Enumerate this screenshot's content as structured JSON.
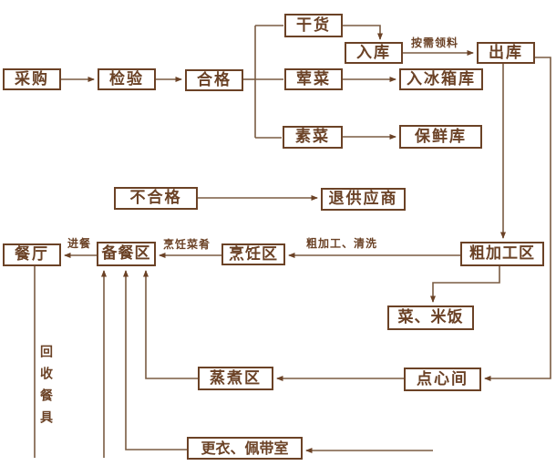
{
  "diagram": {
    "type": "flowchart",
    "language": "zh-CN",
    "colors": {
      "ink": "#6b4226",
      "line": "#7a5c42",
      "background": "#ffffff"
    },
    "nodes": {
      "caigou": {
        "label": "采购"
      },
      "jianyan": {
        "label": "检验"
      },
      "hege": {
        "label": "合格"
      },
      "ganhuo": {
        "label": "干货"
      },
      "ruku": {
        "label": "入库"
      },
      "chuku": {
        "label": "出库"
      },
      "huncai": {
        "label": "荤菜"
      },
      "rubingxiangku": {
        "label": "入冰箱库"
      },
      "sucai": {
        "label": "素菜"
      },
      "baoxianku": {
        "label": "保鲜库"
      },
      "buhege": {
        "label": "不合格"
      },
      "tuigongyingshang": {
        "label": "退供应商"
      },
      "canting": {
        "label": "餐厅"
      },
      "beicanqu": {
        "label": "备餐区"
      },
      "pengrenqu": {
        "label": "烹饪区"
      },
      "cujiagongqu": {
        "label": "粗加工区"
      },
      "caimifan": {
        "label": "菜、米饭"
      },
      "zhengzhuqu": {
        "label": "蒸煮区"
      },
      "dianxinjian": {
        "label": "点心间"
      },
      "gengyipeidaishi": {
        "label": "更衣、佩带室"
      }
    },
    "edge_labels": {
      "anxulingliao": "按需领料",
      "jincan": "进餐",
      "pengrencaiyao": "烹饪菜肴",
      "cujiagongqingxi": "粗加工、清洗",
      "huishoucanju": "回收餐具"
    },
    "edges": [
      {
        "from": "caigou",
        "to": "jianyan",
        "label": ""
      },
      {
        "from": "jianyan",
        "to": "hege",
        "label": ""
      },
      {
        "from": "hege",
        "to": "ganhuo",
        "label": ""
      },
      {
        "from": "hege",
        "to": "huncai",
        "label": ""
      },
      {
        "from": "hege",
        "to": "sucai",
        "label": ""
      },
      {
        "from": "ganhuo",
        "to": "ruku",
        "label": ""
      },
      {
        "from": "ruku",
        "to": "chuku",
        "label": "按需领料"
      },
      {
        "from": "huncai",
        "to": "rubingxiangku",
        "label": ""
      },
      {
        "from": "sucai",
        "to": "baoxianku",
        "label": ""
      },
      {
        "from": "chuku",
        "to": "cujiagongqu",
        "label": ""
      },
      {
        "from": "chuku",
        "to": "dianxinjian",
        "label": ""
      },
      {
        "from": "buhege",
        "to": "tuigongyingshang",
        "label": ""
      },
      {
        "from": "cujiagongqu",
        "to": "pengrenqu",
        "label": "粗加工、清洗"
      },
      {
        "from": "pengrenqu",
        "to": "beicanqu",
        "label": "烹饪菜肴"
      },
      {
        "from": "beicanqu",
        "to": "canting",
        "label": "进餐"
      },
      {
        "from": "cujiagongqu",
        "to": "caimifan",
        "label": ""
      },
      {
        "from": "dianxinjian",
        "to": "zhengzhuqu",
        "label": ""
      },
      {
        "from": "zhengzhuqu",
        "to": "beicanqu",
        "label": ""
      },
      {
        "from": "gengyipeidaishi",
        "to": "beicanqu",
        "label": ""
      },
      {
        "from": "canting",
        "to": "beicanqu",
        "label": "回收餐具"
      }
    ]
  }
}
